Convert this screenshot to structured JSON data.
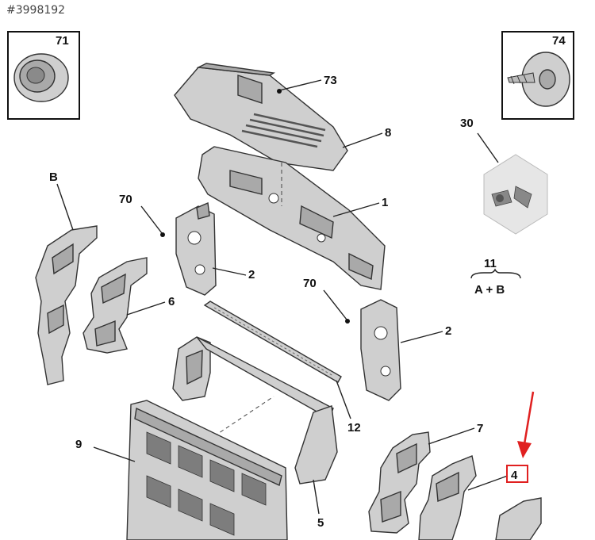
{
  "reference": "#3998192",
  "labels": {
    "p71": "71",
    "p74": "74",
    "p73": "73",
    "p8": "8",
    "p30": "30",
    "pB": "B",
    "p70a": "70",
    "p1": "1",
    "p11": "11",
    "pAB": "A + B",
    "p2a": "2",
    "p6": "6",
    "p70b": "70",
    "p2b": "2",
    "p12": "12",
    "p9": "9",
    "p7": "7",
    "p4": "4",
    "p5": "5"
  },
  "highlight": {
    "part": "4",
    "color": "#e02020"
  }
}
